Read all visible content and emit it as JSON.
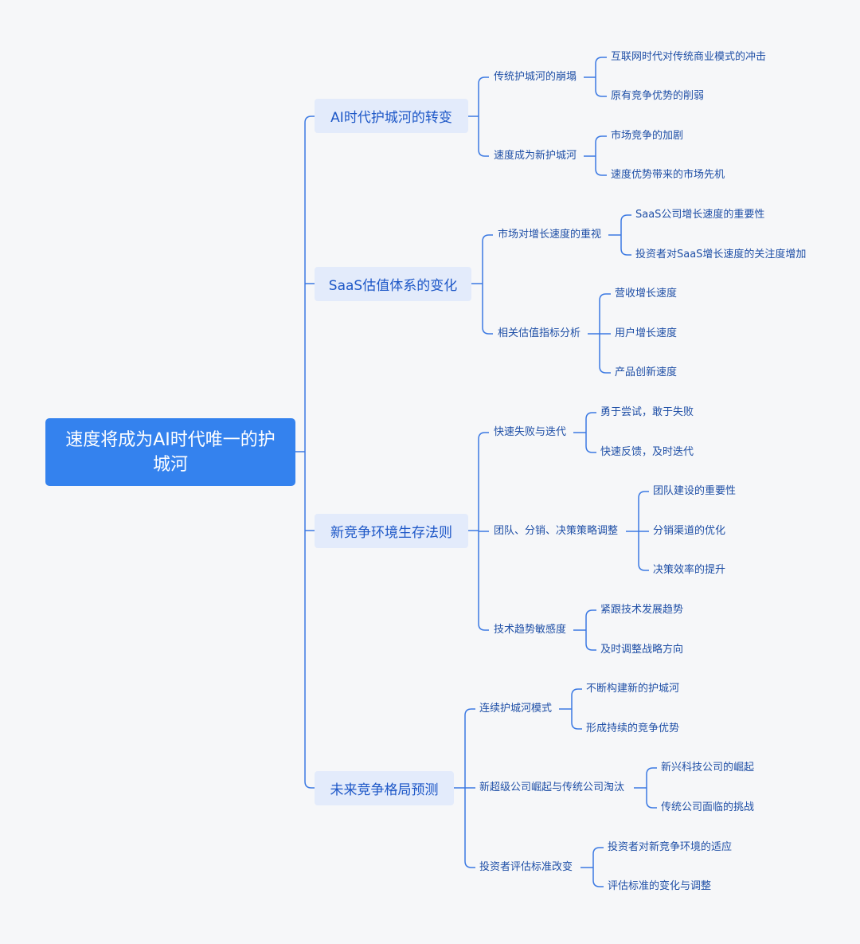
{
  "colors": {
    "background": "#f6f7f9",
    "root": "#3482ee",
    "branch": "#e3ebfb",
    "line": "#3b79e3",
    "text": "#1f4fa6"
  },
  "root": {
    "label": "速度将成为AI时代唯一的护城河"
  },
  "branches": [
    {
      "label": "AI时代护城河的转变",
      "children": [
        {
          "label": "传统护城河的崩塌",
          "children": [
            "互联网时代对传统商业模式的冲击",
            "原有竞争优势的削弱"
          ]
        },
        {
          "label": "速度成为新护城河",
          "children": [
            "市场竞争的加剧",
            "速度优势带来的市场先机"
          ]
        }
      ]
    },
    {
      "label": "SaaS估值体系的变化",
      "children": [
        {
          "label": "市场对增长速度的重视",
          "children": [
            "SaaS公司增长速度的重要性",
            "投资者对SaaS增长速度的关注度增加"
          ]
        },
        {
          "label": "相关估值指标分析",
          "children": [
            "营收增长速度",
            "用户增长速度",
            "产品创新速度"
          ]
        }
      ]
    },
    {
      "label": "新竞争环境生存法则",
      "children": [
        {
          "label": "快速失败与迭代",
          "children": [
            "勇于尝试，敢于失败",
            "快速反馈，及时迭代"
          ]
        },
        {
          "label": "团队、分销、决策策略调整",
          "children": [
            "团队建设的重要性",
            "分销渠道的优化",
            "决策效率的提升"
          ]
        },
        {
          "label": "技术趋势敏感度",
          "children": [
            "紧跟技术发展趋势",
            "及时调整战略方向"
          ]
        }
      ]
    },
    {
      "label": "未来竞争格局预测",
      "children": [
        {
          "label": "连续护城河模式",
          "children": [
            "不断构建新的护城河",
            "形成持续的竞争优势"
          ]
        },
        {
          "label": "新超级公司崛起与传统公司淘汰",
          "children": [
            "新兴科技公司的崛起",
            "传统公司面临的挑战"
          ]
        },
        {
          "label": "投资者评估标准改变",
          "children": [
            "投资者对新竞争环境的适应",
            "评估标准的变化与调整"
          ]
        }
      ]
    }
  ]
}
